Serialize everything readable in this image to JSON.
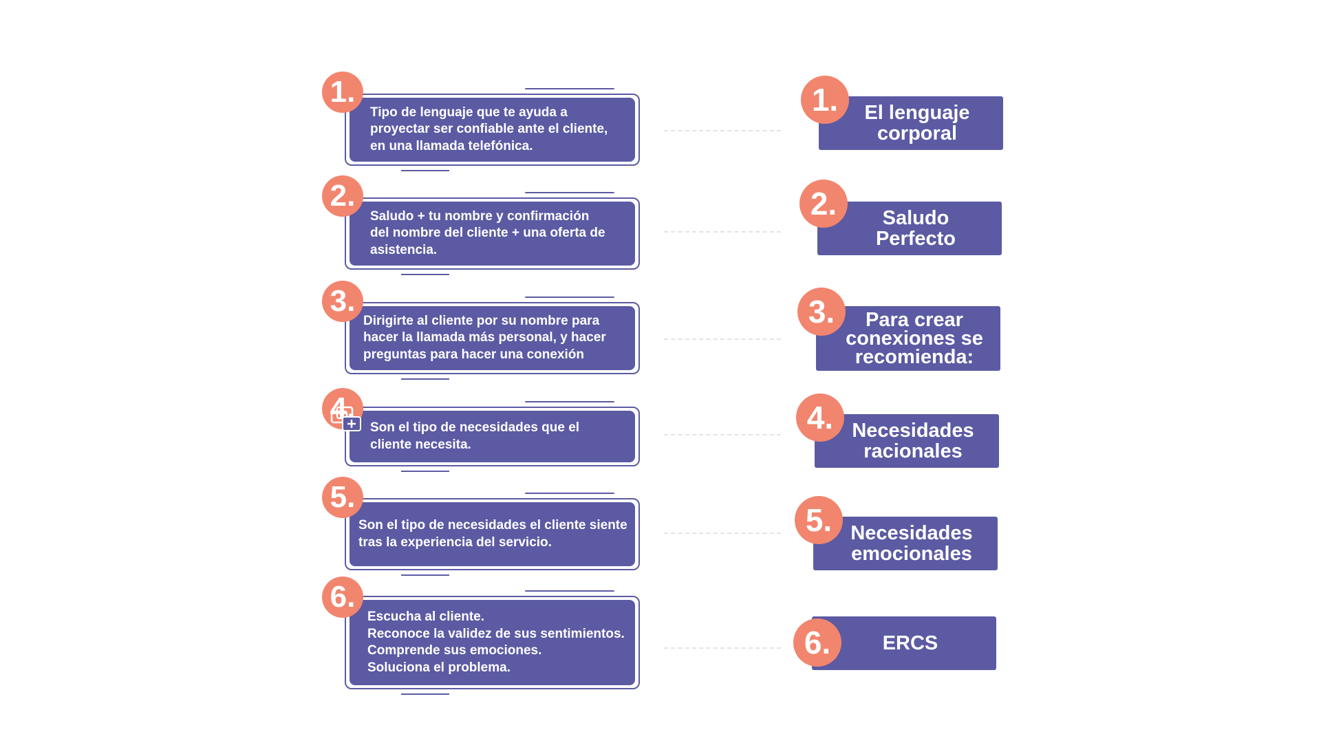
{
  "colors": {
    "card": "#5b5aa3",
    "badge": "#f2856e",
    "text": "#ffffff",
    "dash": "#e2e2ea"
  },
  "definitions": [
    {
      "number": "1.",
      "text": "Tipo de lenguaje que te ayuda a\nproyectar ser confiable ante el cliente,\nen una llamada telefónica."
    },
    {
      "number": "2.",
      "text": "Saludo + tu nombre y confirmación\ndel nombre del cliente + una oferta de\nasistencia."
    },
    {
      "number": "3.",
      "text": "Dirigirte al cliente por su nombre para\nhacer la llamada más personal, y hacer\npreguntas para hacer una conexión"
    },
    {
      "number": "4.",
      "text": "Son el tipo de necesidades que el\ncliente necesita."
    },
    {
      "number": "5.",
      "text": "Son el tipo de necesidades el cliente siente\ntras la experiencia del servicio."
    },
    {
      "number": "6.",
      "text": "Escucha al cliente.\nReconoce la validez de sus sentimientos.\nComprende sus emociones.\nSoluciona el problema."
    }
  ],
  "answers": [
    {
      "number": "1.",
      "text": "El lenguaje\ncorporal"
    },
    {
      "number": "2.",
      "text": "Saludo\nPerfecto"
    },
    {
      "number": "3.",
      "text": "Para crear\nconexiones se\nrecomienda:"
    },
    {
      "number": "4.",
      "text": "Necesidades\nracionales"
    },
    {
      "number": "5.",
      "text": "Necesidades\nemocionales"
    },
    {
      "number": "6.",
      "text": "ERCS"
    }
  ],
  "icons": {
    "drag_handle": "move-card-icon"
  }
}
